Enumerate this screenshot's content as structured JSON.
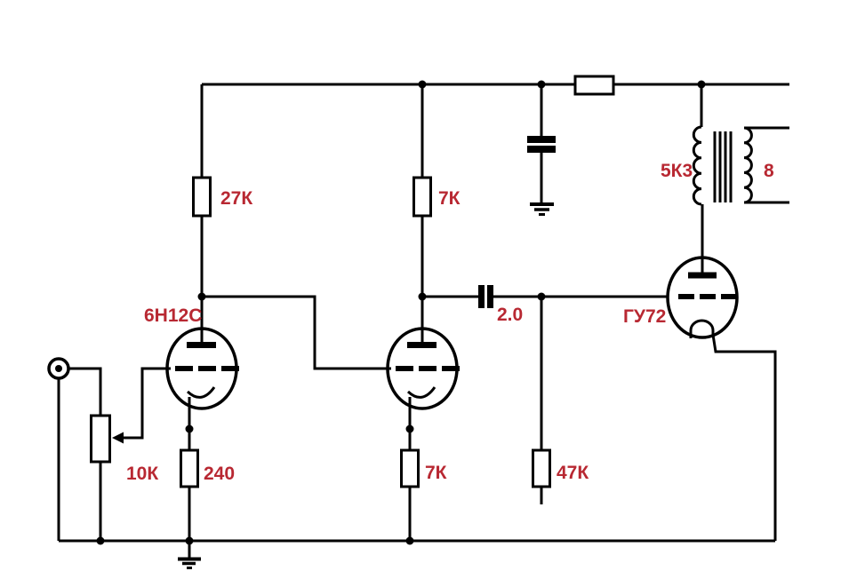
{
  "colors": {
    "wire": "#000000",
    "label": "#b82832",
    "background": "#ffffff"
  },
  "labels": {
    "r_anode_1": "27К",
    "r_anode_2": "7К",
    "r_cathode_1": "240",
    "r_cathode_2": "7К",
    "r_grid_output": "47К",
    "pot_input": "10К",
    "cap_coupling": "2.0",
    "tube_input": "6Н12С",
    "tube_output": "ГУ72",
    "xfmr_primary": "5К3",
    "xfmr_secondary": "8"
  }
}
